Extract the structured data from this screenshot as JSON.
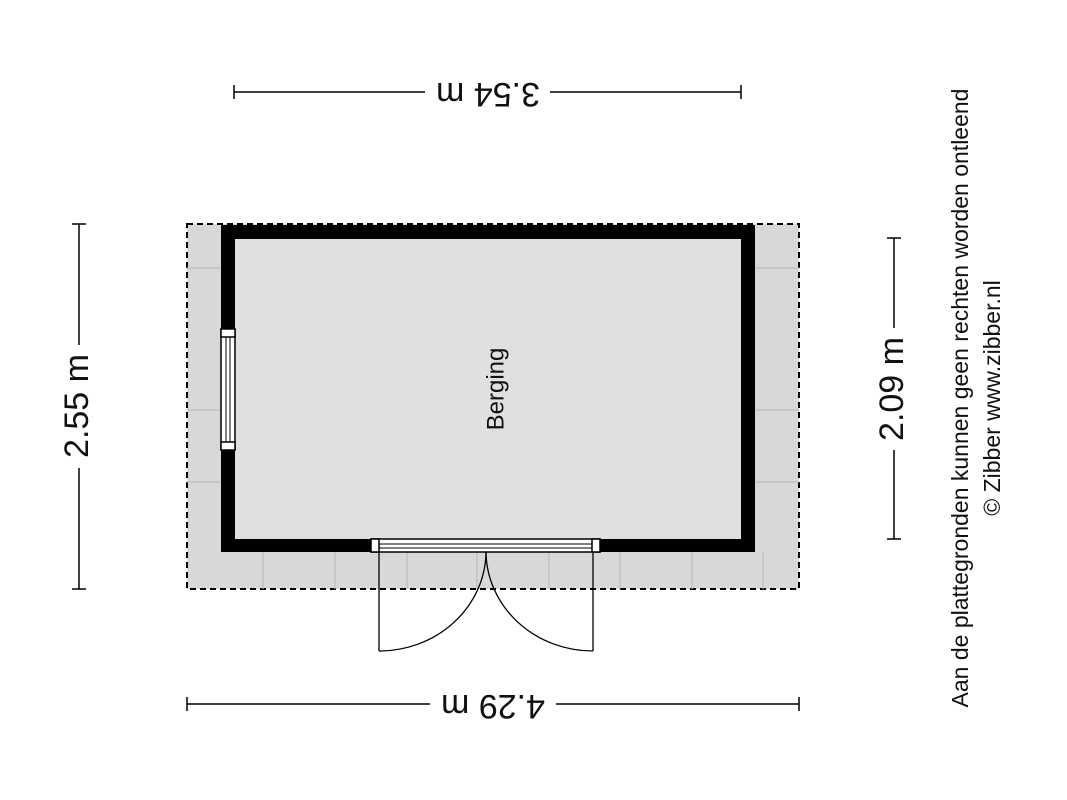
{
  "dimensions": {
    "top": "3.54 m",
    "bottom": "4.29 m",
    "left": "2.55 m",
    "right": "2.09 m"
  },
  "room": {
    "label": "Berging"
  },
  "disclaimer": {
    "line1": "Aan de plattegronden kunnen geen rechten worden ontleend",
    "line2": "© Zibber www.zibber.nl"
  },
  "colors": {
    "wall": "#000000",
    "floor": "#e0e0e0",
    "terrace": "#d8d8d8"
  }
}
